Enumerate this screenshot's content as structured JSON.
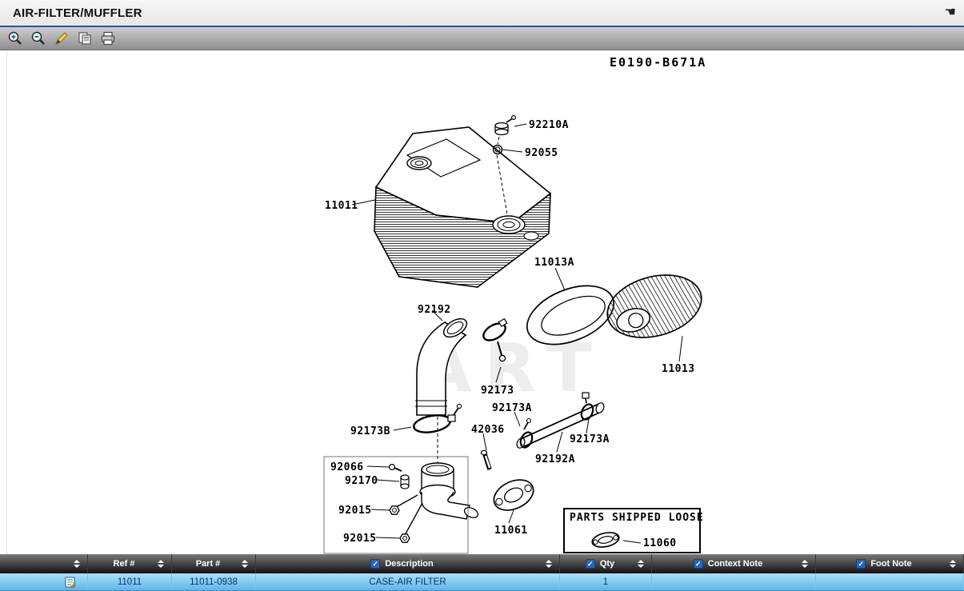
{
  "titlebar": {
    "title": "AIR-FILTER/MUFFLER"
  },
  "toolbar": {
    "icons": [
      {
        "name": "zoom-in"
      },
      {
        "name": "zoom-out"
      },
      {
        "name": "pencil"
      },
      {
        "name": "export"
      },
      {
        "name": "print"
      }
    ]
  },
  "diagram": {
    "code": "E0190-B671A",
    "watermark": "ART",
    "shipped_loose": {
      "title": "PARTS SHIPPED LOOSE",
      "part": "11060"
    },
    "labels": [
      {
        "text": "92210A"
      },
      {
        "text": "92055"
      },
      {
        "text": "11011"
      },
      {
        "text": "11013A"
      },
      {
        "text": "92192"
      },
      {
        "text": "11013"
      },
      {
        "text": "92173"
      },
      {
        "text": "92173A"
      },
      {
        "text": "92173B"
      },
      {
        "text": "42036"
      },
      {
        "text": "92173A"
      },
      {
        "text": "92192A"
      },
      {
        "text": "92066"
      },
      {
        "text": "92170"
      },
      {
        "text": "92015"
      },
      {
        "text": "92015"
      },
      {
        "text": "11061"
      }
    ]
  },
  "table": {
    "columns": [
      {
        "label": ""
      },
      {
        "label": "Ref #"
      },
      {
        "label": "Part #"
      },
      {
        "label": "Description"
      },
      {
        "label": "Qty"
      },
      {
        "label": "Context Note"
      },
      {
        "label": "Foot Note"
      }
    ],
    "rows": [
      {
        "ref": "11011",
        "part": "11011-0938",
        "description": "CASE-AIR FILTER",
        "qty": "1",
        "context_note": "",
        "foot_note": ""
      }
    ]
  },
  "colors": {
    "accent_blue": "#2f4f9e",
    "row_blue": "#5eb7e6",
    "header_dark": "#101010"
  }
}
